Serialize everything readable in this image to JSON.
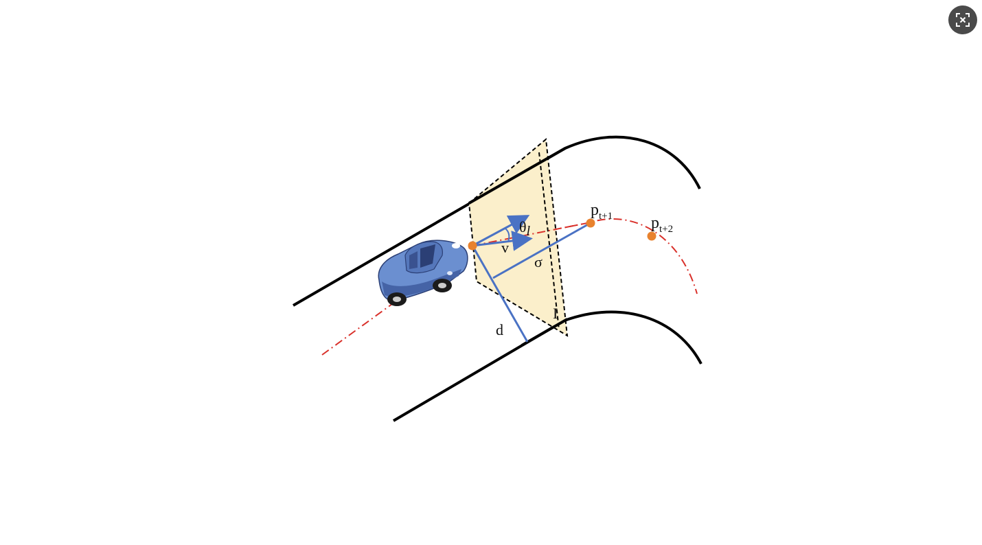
{
  "viewer": {
    "close_button_icon": "exit-fullscreen-icon"
  },
  "figure": {
    "labels": {
      "p_next": "p",
      "p_next_sub": "t+1",
      "p_next2": "p",
      "p_next2_sub": "t+2",
      "theta": "θ",
      "theta_sub": "l",
      "v": "v",
      "sigma": "σ",
      "d": "d",
      "I": "I"
    },
    "colors": {
      "road_edge": "#000000",
      "trajectory": "#d9302a",
      "vector": "#4a72c4",
      "point": "#e8822e",
      "plane_fill": "#fbeec8",
      "car_body": "#6b8fd0",
      "car_dark": "#2b3f75"
    }
  }
}
